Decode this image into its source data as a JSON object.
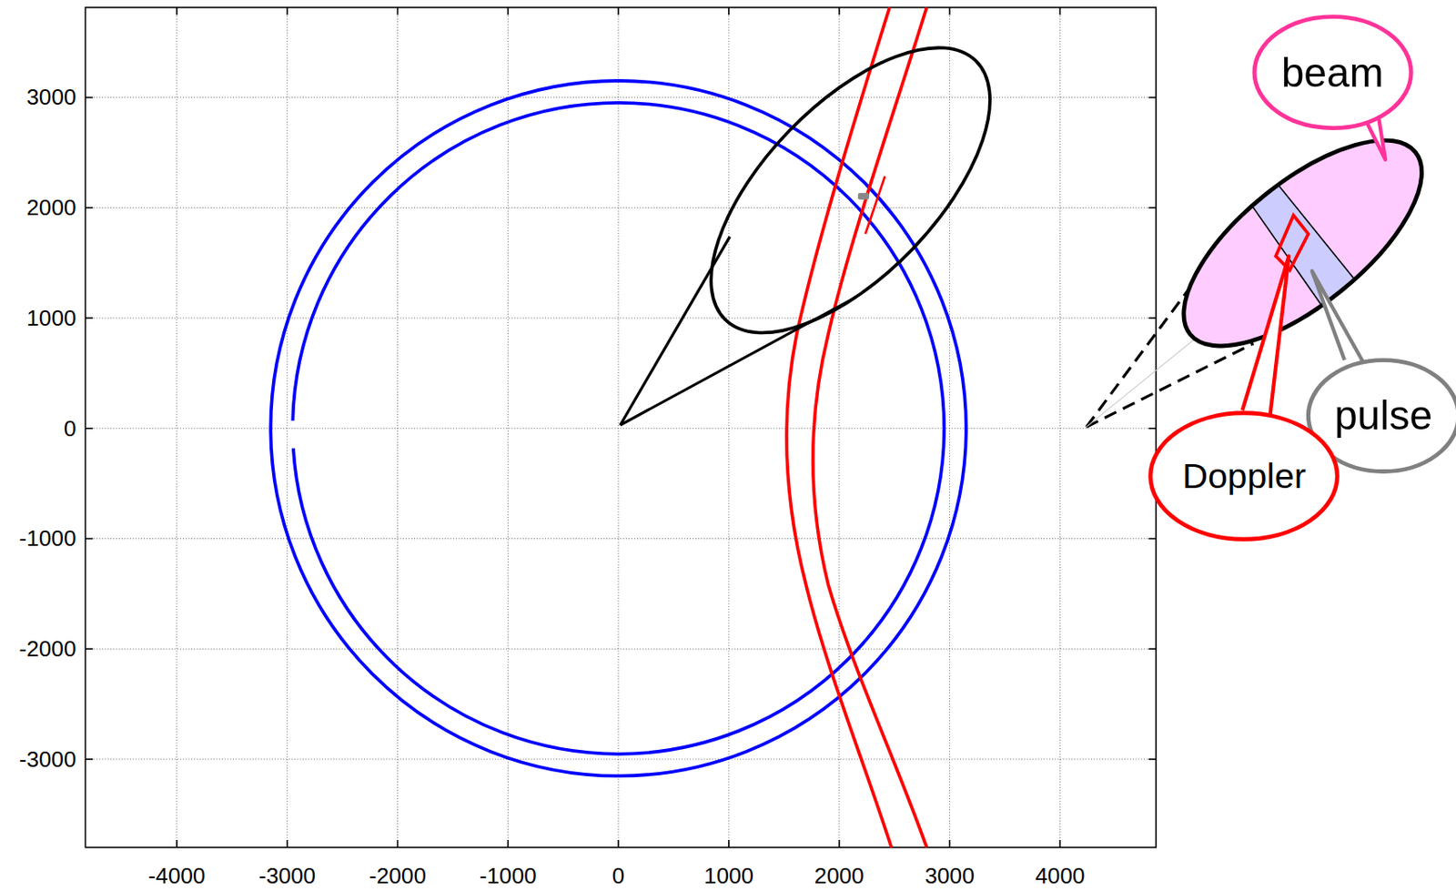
{
  "diagram": {
    "nodes": [
      {
        "text": [
          "beam"
        ]
      },
      {
        "text": [
          "pulse"
        ]
      },
      {
        "text": [
          "Doppler"
        ]
      }
    ],
    "labels": [
      "3000",
      "2000",
      "1000",
      "0",
      "-1000",
      "-2000",
      "-3000",
      "-4000",
      "-3000",
      "-2000",
      "-1000",
      "0",
      "1000",
      "2000",
      "3000",
      "4000"
    ]
  }
}
